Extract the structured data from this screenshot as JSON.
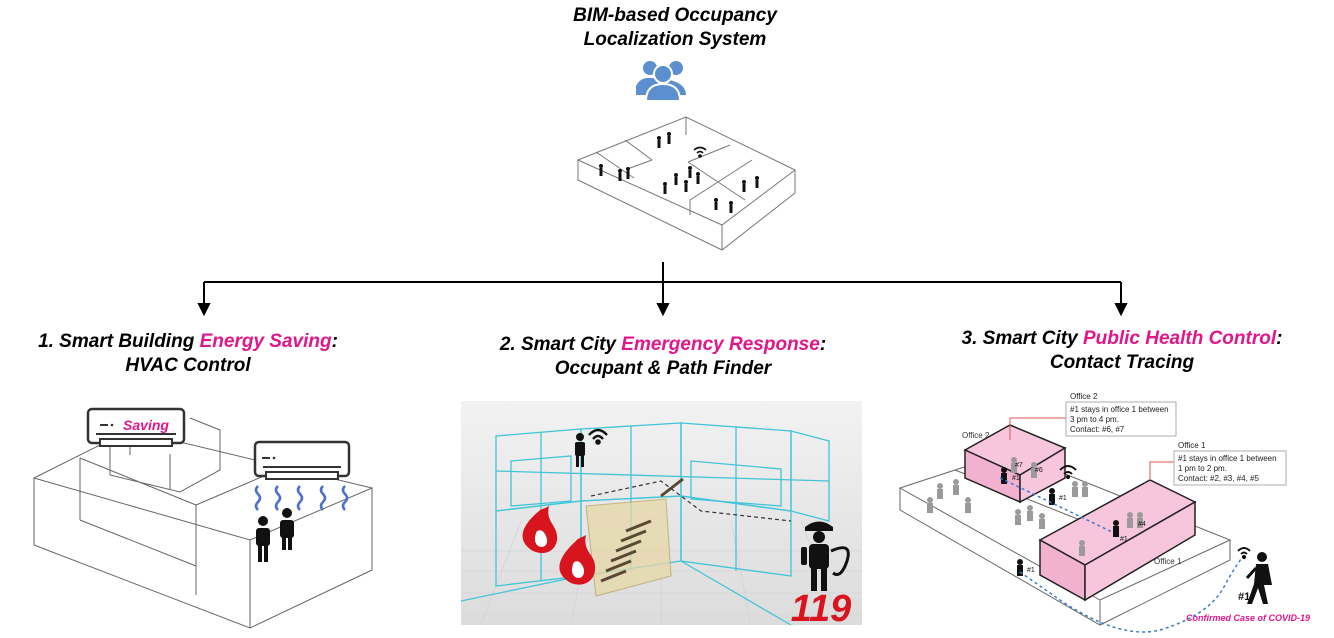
{
  "title": {
    "line1": "BIM-based Occupancy",
    "line2": "Localization System"
  },
  "icons": {
    "top": "users-group-icon",
    "wifi": "wifi-icon",
    "fire": "fire-icon",
    "firefighter": "firefighter-icon",
    "ac": "air-conditioner-icon",
    "person": "person-icon"
  },
  "colors": {
    "highlight": "#e0168a",
    "users_icon": "#5b8fd0",
    "heat_waves": "#4a6fd0",
    "office_pink": "#f7c6dc",
    "emergency_red": "#d8141f",
    "structure_cyan": "#43c4d8"
  },
  "panels": [
    {
      "prefix": "1. Smart Building ",
      "highlight": "Energy Saving",
      "suffix": ":",
      "line2": "HVAC Control",
      "ac_label": "Saving"
    },
    {
      "prefix": "2. Smart City ",
      "highlight": "Emergency Response",
      "suffix": ":",
      "line2": "Occupant & Path Finder",
      "badge": "119"
    },
    {
      "prefix": "3. Smart City ",
      "highlight": "Public Health Control",
      "suffix": ":",
      "line2": "Contact Tracing",
      "office2_label": "Office 2",
      "office1_label": "Office 1",
      "office2_box": {
        "title": "Office 2",
        "lines": [
          "#1 stays in office 1 between",
          "3 pm to 4 pm.",
          "Contact: #6, #7"
        ]
      },
      "office1_box": {
        "title": "Office 1",
        "lines": [
          "#1 stays in office 1 between",
          "1 pm to 2 pm.",
          "Contact: #2, #3, #4, #5"
        ]
      },
      "tags": [
        "#1",
        "#1",
        "#1",
        "#1",
        "#1",
        "#7",
        "#6",
        "#4"
      ],
      "confirmed_label": "Confirmed Case of COVID-19"
    }
  ]
}
